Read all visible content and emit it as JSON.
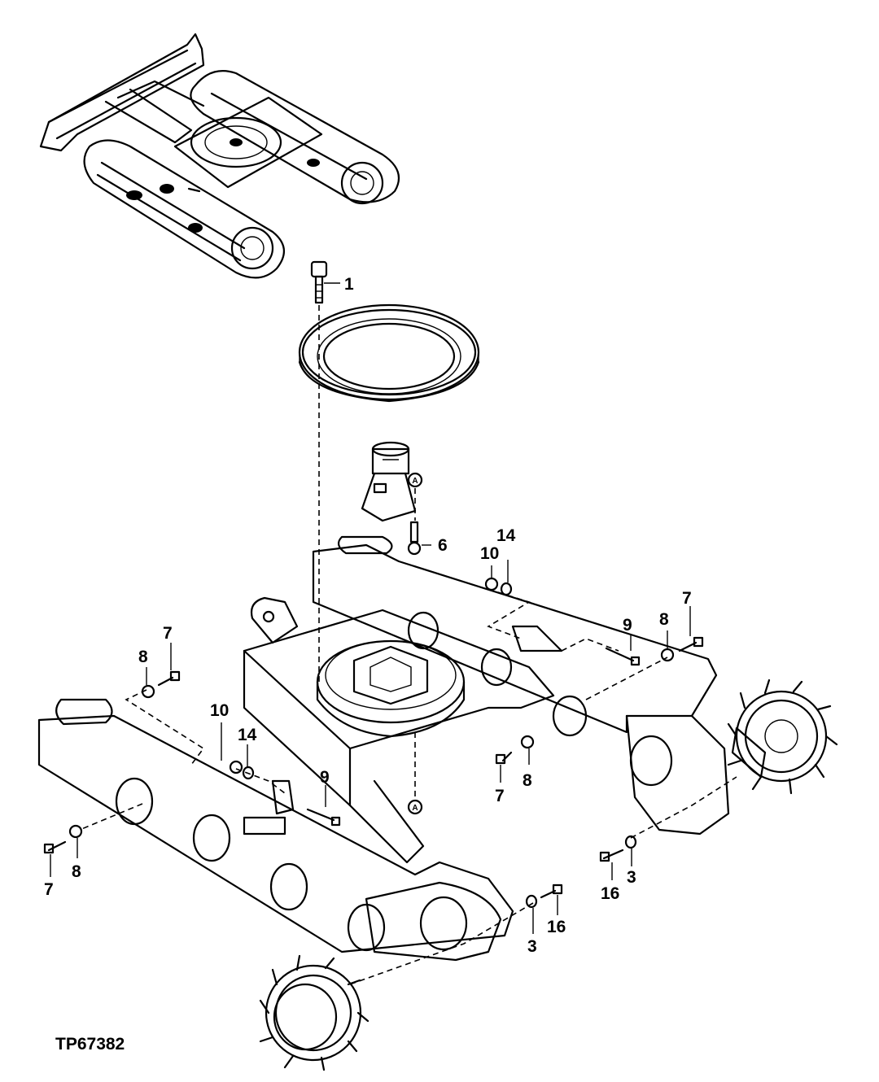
{
  "figure_id": "TP67382",
  "callouts": [
    "1",
    "6",
    "10",
    "14",
    "7",
    "8",
    "9",
    "10",
    "14",
    "9",
    "7",
    "8",
    "7",
    "8",
    "7",
    "8",
    "16",
    "3",
    "3",
    "16"
  ],
  "reference_mark": "A"
}
